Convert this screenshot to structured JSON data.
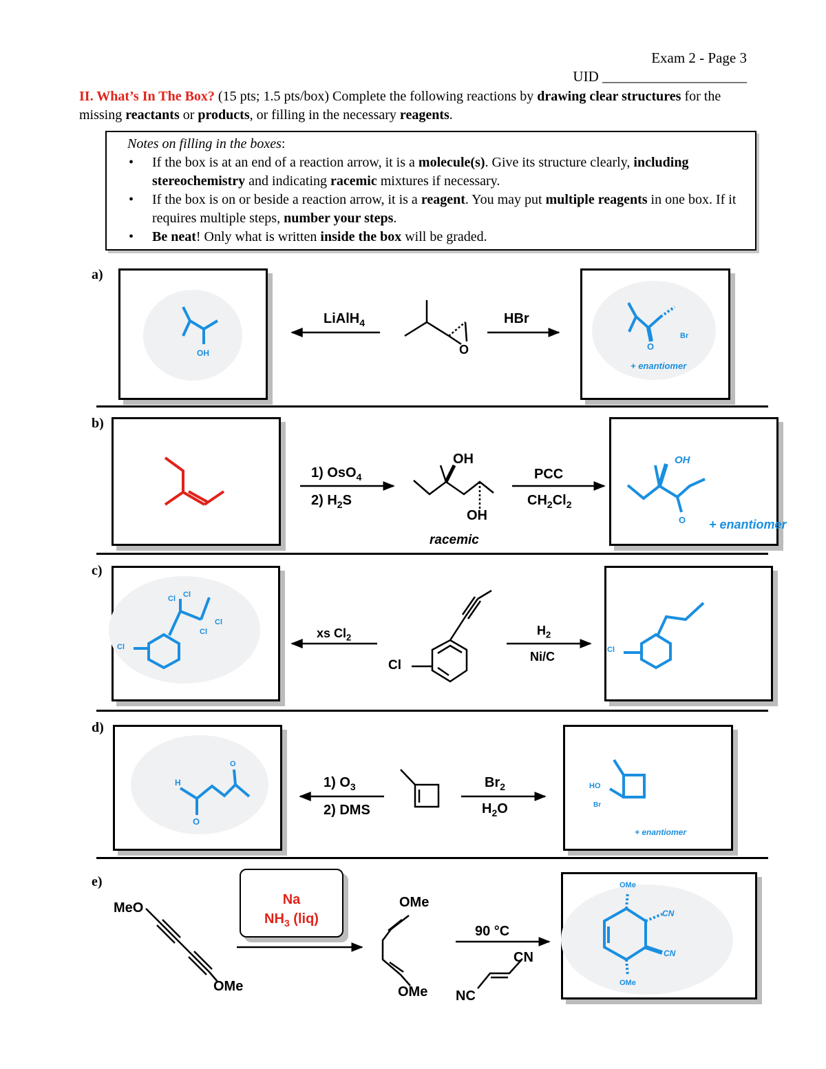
{
  "header": {
    "page_label": "Exam 2 - Page 3",
    "uid_label": "UID ____________________"
  },
  "section": {
    "title": "II. What’s In The Box?",
    "points": " (15 pts; 1.5 pts/box) Complete the following reactions by ",
    "bold1": "drawing clear structures",
    "text2": " for the missing ",
    "bold2": "reactants",
    "text3": " or ",
    "bold3": "products",
    "text4": ", or filling in the necessary ",
    "bold4": "reagents",
    "text5": "."
  },
  "notes": {
    "heading": "Notes on filling in the boxes",
    "heading_colon": ":",
    "b1_t1": "If the box is at an end of a reaction arrow, it is a ",
    "b1_b1": "molecule(s)",
    "b1_t2": ". Give its structure clearly, ",
    "b1_b2": "including stereochemistry",
    "b1_t3": " and indicating ",
    "b1_b3": "racemic",
    "b1_t4": " mixtures if necessary.",
    "b2_t1": "If the box is on or beside a reaction arrow, it is a ",
    "b2_b1": "reagent",
    "b2_t2": ". You may put ",
    "b2_b2": "multiple reagents",
    "b2_t3": " in one box. If it requires multiple steps, ",
    "b2_b3": "number your steps",
    "b2_t4": ".",
    "b3_b1": "Be neat",
    "b3_t1": "! Only what is written ",
    "b3_b2": "inside the box",
    "b3_t2": " will be graded."
  },
  "problems": {
    "a": {
      "label": "a)",
      "left_reagent_main": "LiAlH",
      "left_reagent_sub": "4",
      "right_reagent": "HBr",
      "left_answer_label": "OH",
      "right_answer_o": "O",
      "right_answer_br": "Br",
      "right_answer_note": "+ enantiomer",
      "epoxide_o": "O"
    },
    "b": {
      "label": "b)",
      "step1_main": "1) OsO",
      "step1_sub": "4",
      "step2_main": "2) H",
      "step2_sub": "2",
      "step2_end": "S",
      "mid_oh_top": "OH",
      "mid_oh_bottom": "OH",
      "mid_note": "racemic",
      "right_reagent1": "PCC",
      "right_reagent2_a": "CH",
      "right_reagent2_s1": "2",
      "right_reagent2_b": "Cl",
      "right_reagent2_s2": "2",
      "answer_oh": "OH",
      "answer_o": "O",
      "answer_note": "+ enantiomer"
    },
    "c": {
      "label": "c)",
      "left_reagent_main": "xs Cl",
      "left_reagent_sub": "2",
      "right_reagent1_main": "H",
      "right_reagent1_sub": "2",
      "right_reagent2": "Ni/C",
      "mid_cl": "Cl",
      "left_cl1": "Cl",
      "left_cl2": "Cl",
      "left_cl3": "Cl",
      "left_cl4": "Cl",
      "left_cl5": "Cl",
      "right_cl": "Cl"
    },
    "d": {
      "label": "d)",
      "step1_main": "1) O",
      "step1_sub": "3",
      "step2": "2) DMS",
      "right_reagent1_main": "Br",
      "right_reagent1_sub": "2",
      "right_reagent2_main": "H",
      "right_reagent2_sub": "2",
      "right_reagent2_end": "O",
      "left_h": "H",
      "left_o1": "O",
      "left_o2": "O",
      "right_ho": "HO",
      "right_br": "Br",
      "right_note": "+ enantiomer"
    },
    "e": {
      "label": "e)",
      "left_meo": "MeO",
      "left_ome": "OMe",
      "reagent_line1": "Na",
      "reagent_line2_main": "NH",
      "reagent_line2_sub": "3",
      "reagent_line2_end": " (liq)",
      "mid_ome_top": "OMe",
      "mid_ome_bottom": "OMe",
      "right_reagent": "90 °C",
      "dienophile_cn": "CN",
      "dienophile_nc": "NC",
      "answer_ome_top": "OMe",
      "answer_ome_bottom": "OMe",
      "answer_cn1": "CN",
      "answer_cn2": "CN"
    }
  },
  "colors": {
    "blue_ink": "#1a8fe0",
    "red_ink": "#e0231b",
    "black": "#000000"
  }
}
